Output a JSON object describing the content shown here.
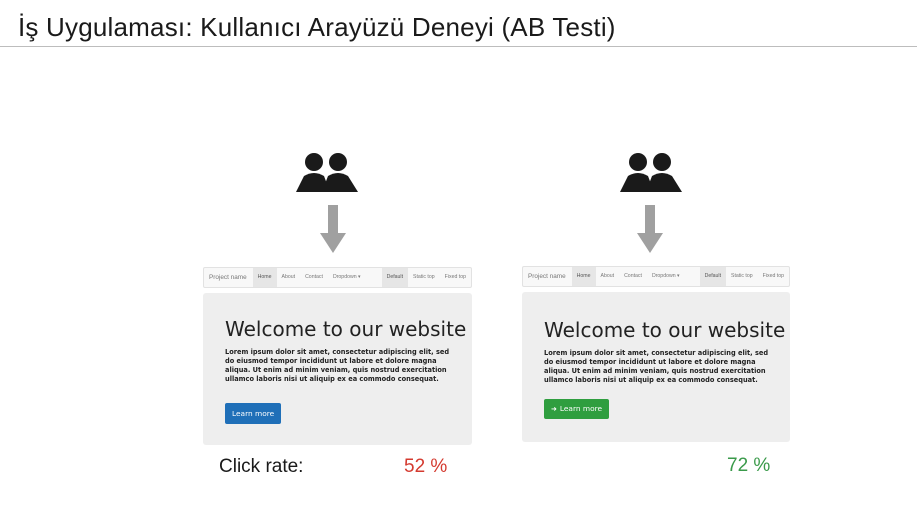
{
  "title": "İş Uygulaması: Kullanıcı Arayüzü Deneyi (AB Testi)",
  "variants": [
    {
      "navbar": {
        "brand": "Project name",
        "items": [
          "Home",
          "About",
          "Contact",
          "Dropdown ▾"
        ],
        "right_items": [
          "Default",
          "Static top",
          "Fixed top"
        ]
      },
      "heading": "Welcome to our website",
      "body": "Lorem ipsum dolor sit amet, consectetur adipiscing elit, sed do eiusmod tempor incididunt ut labore et dolore magna aliqua. Ut enim ad minim veniam, quis nostrud exercitation ullamco laboris nisi ut aliquip ex ea commodo consequat.",
      "button_label": "Learn more",
      "button_color": "#1f6fb8",
      "click_rate": "52 %",
      "click_rate_color": "#d43a2f"
    },
    {
      "navbar": {
        "brand": "Project name",
        "items": [
          "Home",
          "About",
          "Contact",
          "Dropdown ▾"
        ],
        "right_items": [
          "Default",
          "Static top",
          "Fixed top"
        ]
      },
      "heading": "Welcome to our website",
      "body": "Lorem ipsum dolor sit amet, consectetur adipiscing elit, sed do eiusmod tempor incididunt ut labore et dolore magna aliqua. Ut enim ad minim veniam, quis nostrud exercitation ullamco laboris nisi ut aliquip ex ea commodo consequat.",
      "button_label": "Learn more",
      "button_color": "#2f9e3f",
      "click_rate": "72 %",
      "click_rate_color": "#3a9a4a"
    }
  ],
  "metric_label": "Click rate:",
  "icons": {
    "users": "users-icon",
    "arrow": "down-arrow-icon",
    "button_arrow": "arrow-right-icon"
  }
}
